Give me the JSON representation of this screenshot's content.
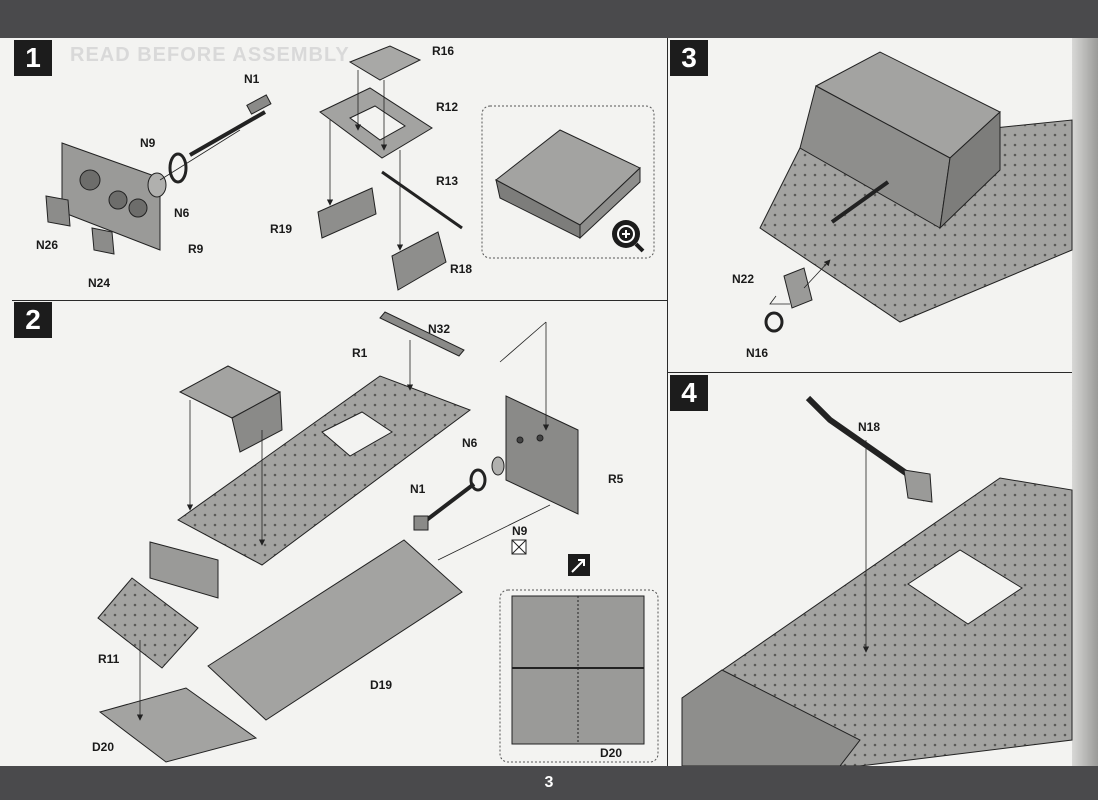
{
  "page_number": "3",
  "steps": [
    {
      "number": "1",
      "labels": [
        "N1",
        "N9",
        "N6",
        "N26",
        "N24",
        "R9",
        "R16",
        "R12",
        "R13",
        "R19",
        "R18"
      ]
    },
    {
      "number": "2",
      "labels": [
        "N32",
        "R1",
        "N6",
        "N1",
        "R5",
        "N9",
        "R11",
        "D19",
        "D20",
        "D20"
      ]
    },
    {
      "number": "3",
      "labels": [
        "N22",
        "N16"
      ]
    },
    {
      "number": "4",
      "labels": [
        "N18"
      ]
    }
  ],
  "zoom_icon": "magnify-plus-icon",
  "colors": {
    "bar": "#4a4a4c",
    "part": "#9a9a98",
    "line": "#222222"
  }
}
